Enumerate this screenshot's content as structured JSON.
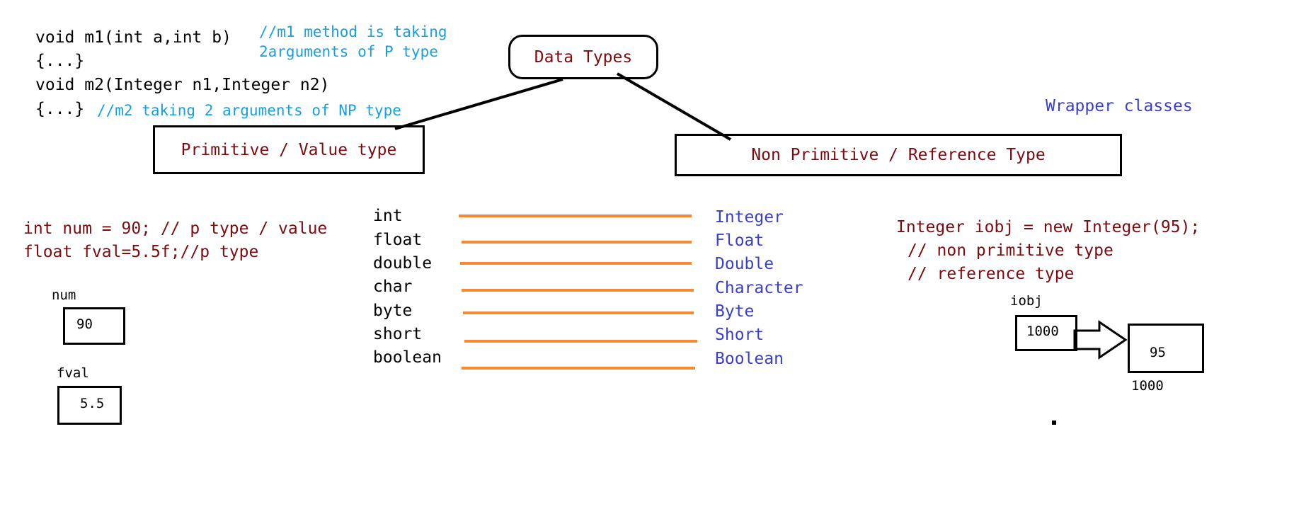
{
  "code_snippet": {
    "line1": "void m1(int a,int b)",
    "line2": "{...}",
    "line3": "void m2(Integer n1,Integer n2)",
    "line4": "{...}",
    "comment_m1_line1": "//m1 method is taking",
    "comment_m1_line2": "2arguments of P type",
    "comment_m2": "//m2 taking 2 arguments of NP type"
  },
  "root": {
    "label": "Data Types"
  },
  "branches": {
    "primitive": "Primitive / Value type",
    "non_primitive": "Non Primitive / Reference Type",
    "wrapper_title": "Wrapper classes"
  },
  "primitive_example": {
    "line1": "int num = 90; // p type / value",
    "line2": "float fval=5.5f;//p type",
    "num_label": "num",
    "num_value": "90",
    "fval_label": "fval",
    "fval_value": "5.5"
  },
  "mapping": [
    {
      "primitive": "int",
      "wrapper": "Integer"
    },
    {
      "primitive": "float",
      "wrapper": "Float"
    },
    {
      "primitive": "double",
      "wrapper": "Double"
    },
    {
      "primitive": "char",
      "wrapper": "Character"
    },
    {
      "primitive": "byte",
      "wrapper": "Byte"
    },
    {
      "primitive": "short",
      "wrapper": "Short"
    },
    {
      "primitive": "boolean",
      "wrapper": "Boolean"
    }
  ],
  "reference_example": {
    "line1": "Integer iobj = new Integer(95);",
    "line2": "// non primitive type",
    "line3": "// reference type",
    "var_label": "iobj",
    "var_value": "1000",
    "object_value": "95",
    "object_address": "1000"
  },
  "colors": {
    "code": "#000000",
    "maroon_text": "#7a0c12",
    "comment": "#1a9fd9",
    "wrapper": "#3a3fc4",
    "mapping_line": "#f58a33"
  }
}
